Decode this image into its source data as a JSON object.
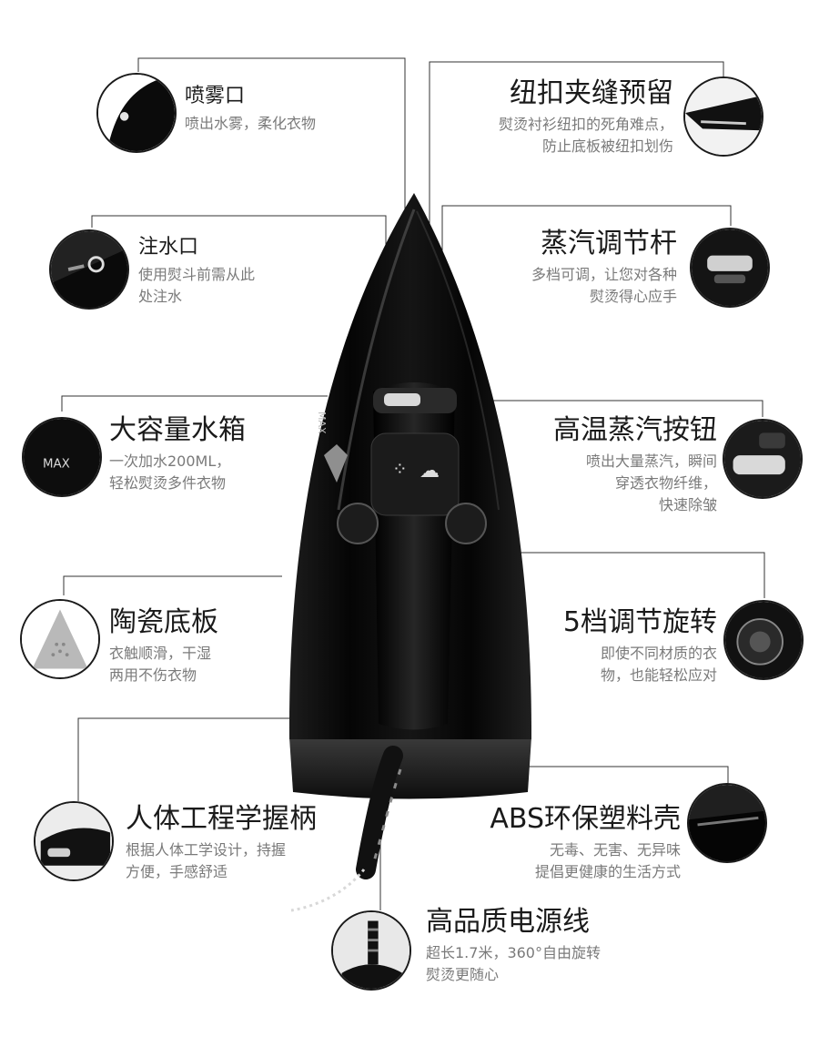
{
  "features": {
    "spray": {
      "title": "喷雾口",
      "desc": [
        "喷出水雾，柔化衣物"
      ]
    },
    "button_gap": {
      "title": "纽扣夹缝预留",
      "desc": [
        "熨烫衬衫纽扣的死角难点，",
        "防止底板被纽扣划伤"
      ]
    },
    "fill_port": {
      "title": "注水口",
      "desc": [
        "使用熨斗前需从此",
        "处注水"
      ]
    },
    "steam_lever": {
      "title": "蒸汽调节杆",
      "desc": [
        "多档可调，让您对各种",
        "熨烫得心应手"
      ]
    },
    "tank": {
      "title": "大容量水箱",
      "desc": [
        "一次加水200ML，",
        "轻松熨烫多件衣物"
      ]
    },
    "steam_button": {
      "title": "高温蒸汽按钮",
      "desc": [
        "喷出大量蒸汽，瞬间",
        "穿透衣物纤维，",
        "快速除皱"
      ]
    },
    "soleplate": {
      "title": "陶瓷底板",
      "desc": [
        "衣触顺滑，干湿",
        "两用不伤衣物"
      ]
    },
    "dial": {
      "title": "5档调节旋转",
      "desc": [
        "即使不同材质的衣",
        "物，也能轻松应对"
      ]
    },
    "handle": {
      "title": "人体工程学握柄",
      "desc": [
        "根据人体工学设计，持握",
        "方便，手感舒适"
      ]
    },
    "shell": {
      "title": "ABS环保塑料壳",
      "desc": [
        "无毒、无害、无异味",
        "提倡更健康的生活方式"
      ]
    },
    "cord": {
      "title": "高品质电源线",
      "desc": [
        "超长1.7米，360°自由旋转",
        "熨烫更随心"
      ]
    }
  },
  "iron_text": {
    "max_mark": "MAX",
    "max_mark_thumb": "MAX"
  },
  "colors": {
    "body": "#0a0a0a",
    "accent_gray": "#9a9a9a",
    "text": "#1a1a1a",
    "desc": "#7a7a7a"
  }
}
